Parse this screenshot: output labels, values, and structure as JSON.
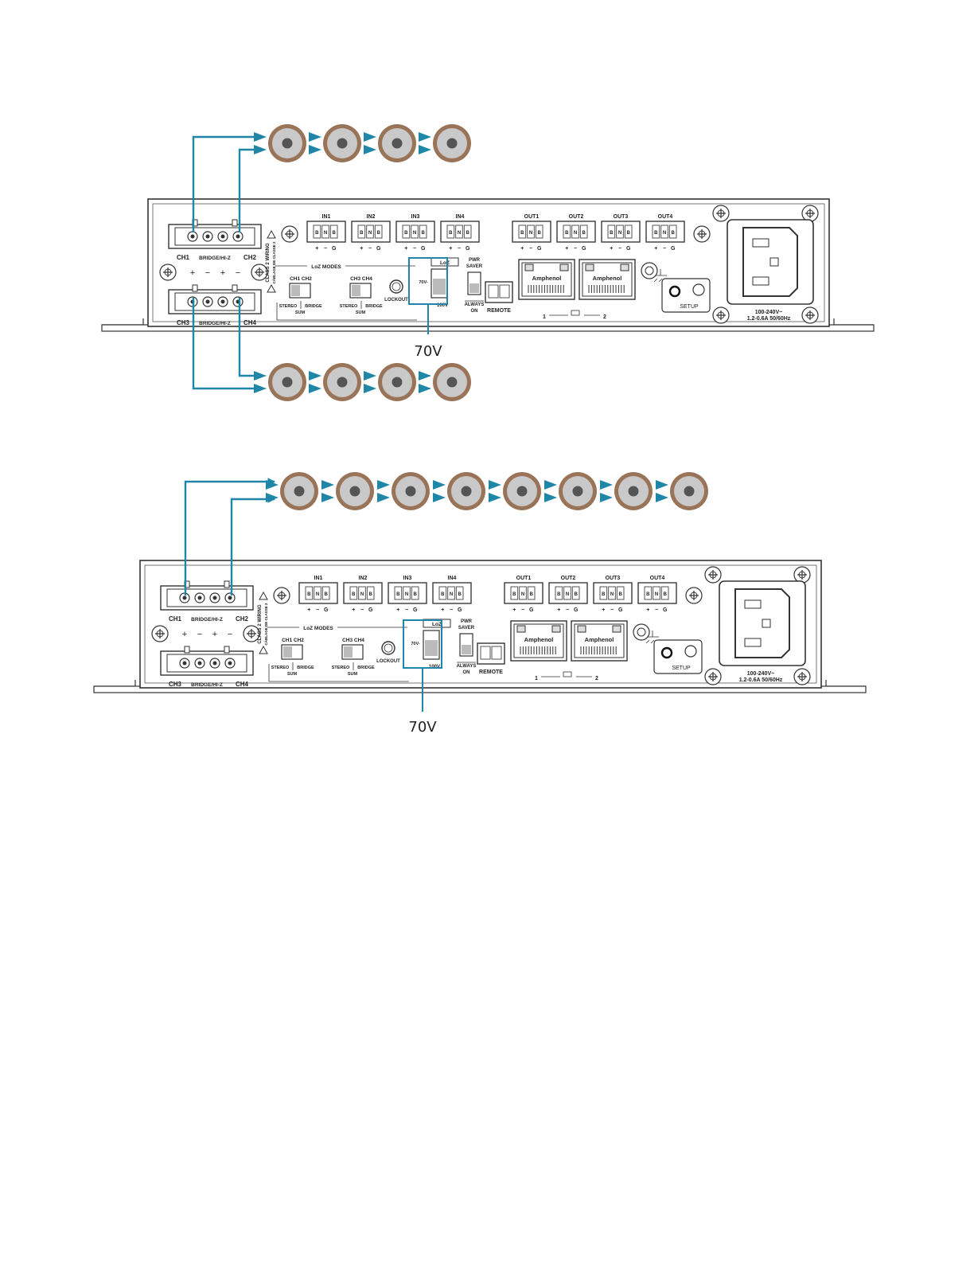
{
  "colors": {
    "wire": "#1f86a8",
    "speaker_ring": "#9a7458",
    "speaker_face": "#c9c9c9",
    "speaker_center": "#555555",
    "panel_line": "#3a3a3a",
    "highlight": "#1f86a8"
  },
  "panel": {
    "speaker_terminal_top": {
      "ch_left": "CH1",
      "mid": "BRIDGE/HI-Z",
      "ch_right": "CH2"
    },
    "speaker_terminal_bottom": {
      "ch_left": "CH3",
      "mid": "BRIDGE/HI-Z",
      "ch_right": "CH4"
    },
    "polarity": [
      "+",
      "−",
      "+",
      "−"
    ],
    "class2": "CLASS 2 WIRING",
    "class2_sub": "CÂBLAGE DE CLASSE 2",
    "inputs": [
      "IN1",
      "IN2",
      "IN3",
      "IN4"
    ],
    "outputs": [
      "OUT1",
      "OUT2",
      "OUT3",
      "OUT4"
    ],
    "io_pins": [
      "+",
      "−",
      "G"
    ],
    "pin_letters": [
      "B",
      "N",
      "B"
    ],
    "loz_modes": "LoZ MODES",
    "ch12": "CH1 CH2",
    "ch34": "CH3 CH4",
    "stereo": "STEREO",
    "bridge": "BRIDGE",
    "sum": "SUM",
    "lockout": "LOCKOUT",
    "loz": "LoZ",
    "v70": "70V",
    "v100": "100V",
    "pwr_saver": [
      "PWR",
      "SAVER"
    ],
    "always_on": [
      "ALWAYS",
      "ON"
    ],
    "remote": "REMOTE",
    "amphenol": "Amphenol",
    "net_1": "1",
    "net_2": "2",
    "setup": "SETUP",
    "power_rating": [
      "100-240V~",
      "1.2-0.6A 50/60Hz"
    ]
  },
  "diagrams": [
    {
      "id": "four-channel",
      "callout": "70V",
      "speaker_rows": [
        4,
        4
      ]
    },
    {
      "id": "bridged",
      "callout": "70V",
      "speaker_rows": [
        8
      ]
    }
  ]
}
